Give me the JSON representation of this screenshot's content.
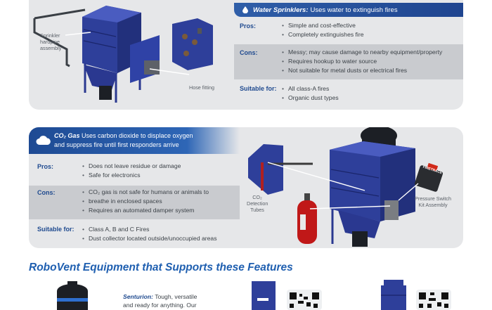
{
  "sprinklers": {
    "title": "Water Sprinklers:",
    "desc": "Uses water to extinguish fires",
    "pros_label": "Pros:",
    "pros": [
      "Simple and cost-effective",
      "Completely extinguishes fire"
    ],
    "cons_label": "Cons:",
    "cons": [
      "Messy; may cause damage to nearby equipment/property",
      "Requires hookup to water source",
      "Not suitable for metal dusts or electrical fires"
    ],
    "suitable_label": "Suitable for:",
    "suitable": [
      "All class-A fires",
      "Organic dust types"
    ],
    "callout_hardpipe": "Sprinkler hardpipe assembly",
    "callout_hose": "Hose fitting"
  },
  "co2": {
    "title": "CO₂ Gas",
    "desc_line1": "Uses carbon dioxide to displace oxygen",
    "desc_line2": "and suppress fire until first responders arrive",
    "pros_label": "Pros:",
    "pros": [
      "Does not leave residue or damage",
      "Safe for electronics"
    ],
    "cons_label": "Cons:",
    "cons": [
      "CO₂ gas is not safe for humans or animals to",
      "breathe in enclosed spaces",
      "Requires an automated damper system"
    ],
    "suitable_label": "Suitable for:",
    "suitable": [
      "Class A, B and C Fires",
      "Dust collector located outside/unoccupied areas"
    ],
    "callout_tubes": "CO₂ Detection Tubes",
    "callout_switch": "Pressure Switch Kit Assembly",
    "brand_label": "FIRETRACE"
  },
  "section_heading": "RoboVent Equipment that Supports these Features",
  "senturion": {
    "name": "Senturion:",
    "text_line1": "Tough, versatile",
    "text_line2": "and ready for anything. Our"
  },
  "colors": {
    "brand_blue": "#1f5fb0",
    "header_blue": "#1f4590",
    "panel_gray": "#e6e7e9",
    "row_shade": "#c9cbcf",
    "equipment_blue": "#2e3f9a"
  }
}
